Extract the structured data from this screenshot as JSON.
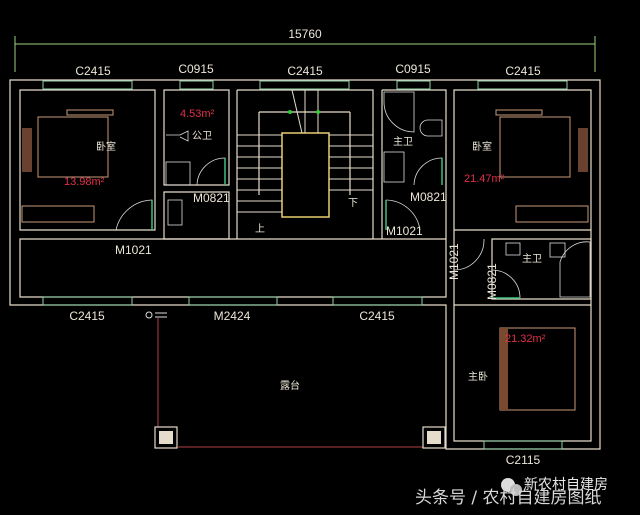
{
  "overall_dimension": "15760",
  "windows_top": [
    "C2415",
    "C0915",
    "C2415",
    "C0915",
    "C2415"
  ],
  "windows_bottom": [
    "C2415",
    "M2424",
    "C2415"
  ],
  "window_right_wing": "C2115",
  "doors": {
    "left_bedroom": "M1021",
    "public_bath": "M0821",
    "master_bath_top": "M0821",
    "right_bedroom": "M1021",
    "right_wing_vertical": "M1021",
    "master_bath_right_vertical": "M0821"
  },
  "rooms": {
    "left_bedroom": {
      "name": "卧室",
      "area": "13.98m²"
    },
    "public_bath": {
      "name": "公卫",
      "area": "4.53m²"
    },
    "master_bath_top": {
      "name": "主卫"
    },
    "right_bedroom": {
      "name": "卧室",
      "area": "21.47m²"
    },
    "master_bath_right": {
      "name": "主卫"
    },
    "master_bedroom": {
      "name": "主卧",
      "area": "21.32m²"
    },
    "terrace": {
      "name": "露台"
    }
  },
  "stairs": {
    "up": "上",
    "down": "下"
  },
  "watermark": {
    "account": "新农村自建房",
    "source": "头条号 / 农村自建房图纸"
  },
  "colors": {
    "wall": "#e6dccb",
    "window": "#8fd0a8",
    "area_text": "#e0304a",
    "dimension": "#9ad27a"
  }
}
